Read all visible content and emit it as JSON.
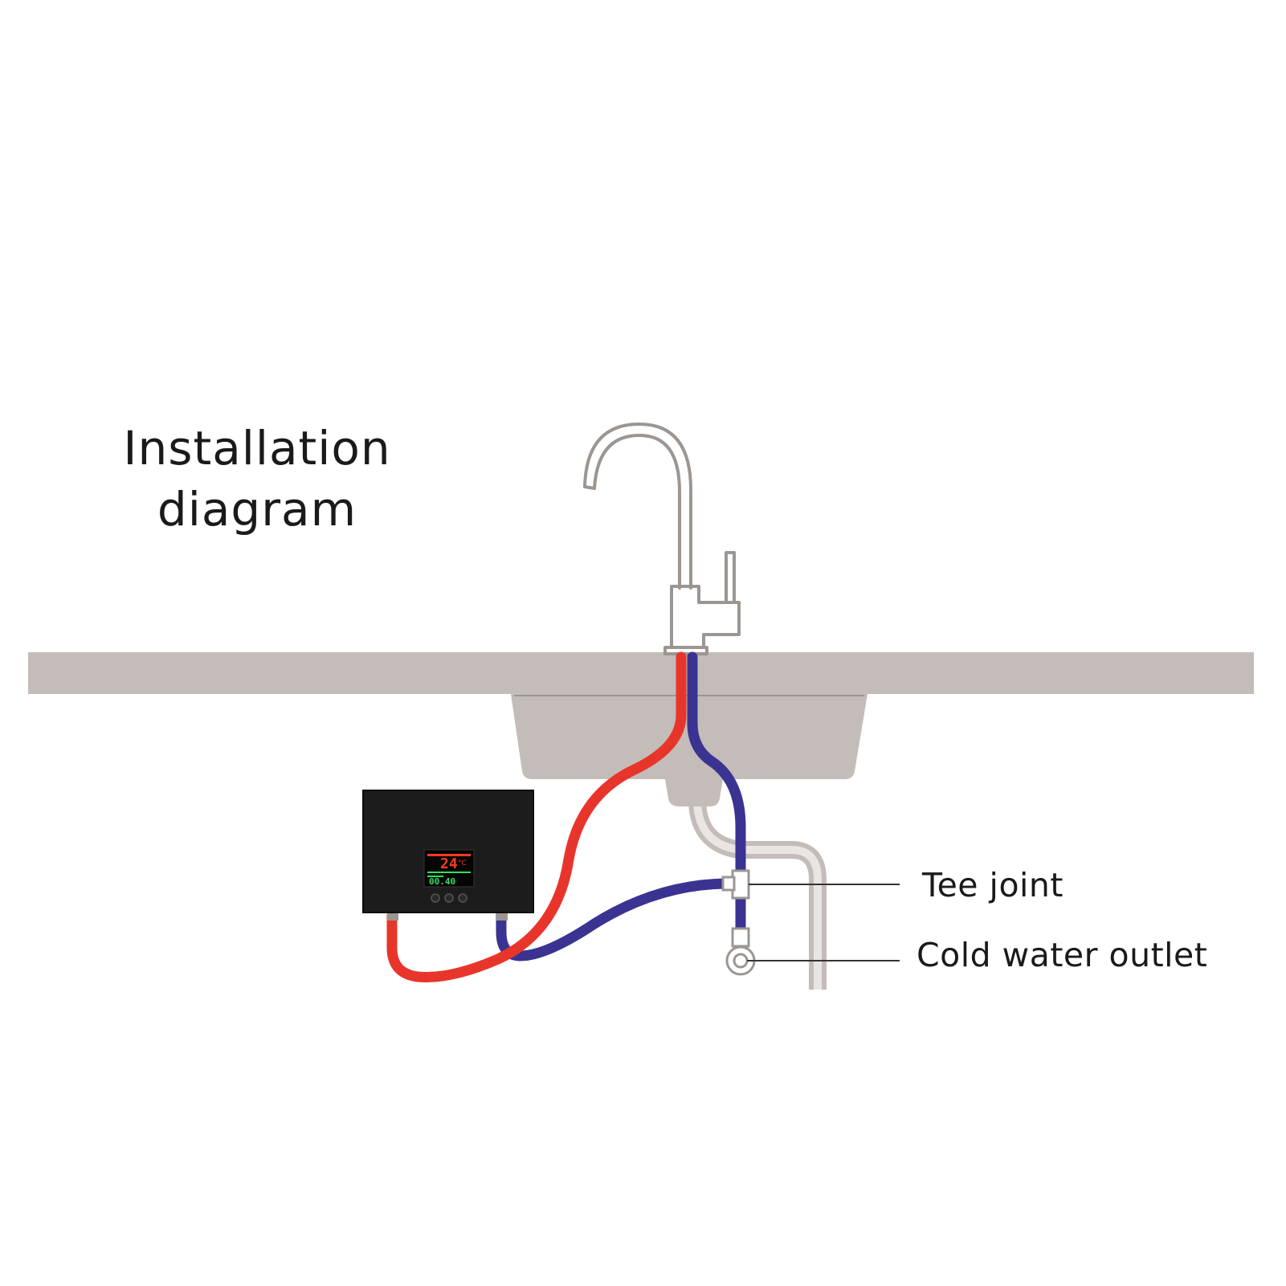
{
  "title": {
    "line1": "Installation",
    "line2": "diagram"
  },
  "callouts": {
    "tee_joint": "Tee joint",
    "cold_water_outlet": "Cold water outlet"
  },
  "heater_display": {
    "temperature": "24",
    "temperature_unit": "°C",
    "flow_readout": "00.40"
  },
  "colors": {
    "background": "#ffffff",
    "counter": "#c4bcb8",
    "faucet_stroke": "#9c9692",
    "hot_pipe": "#e8352b",
    "cold_pipe": "#3b3391",
    "heater_body": "#1c1c1c",
    "display_red": "#ff3b1f",
    "display_green": "#2fe060"
  },
  "icons": {
    "faucet": "faucet-icon",
    "sink": "sink-icon",
    "heater": "water-heater-icon",
    "tee": "tee-joint-icon",
    "valve": "valve-icon"
  }
}
